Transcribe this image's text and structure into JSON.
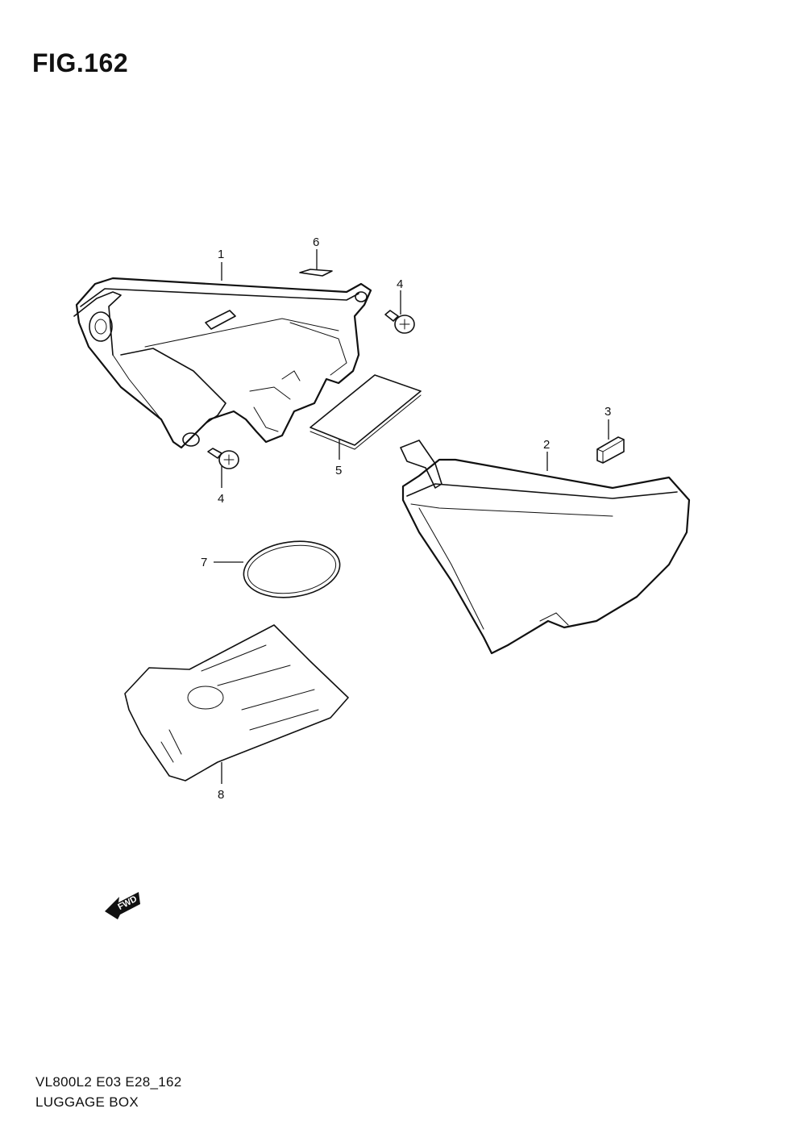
{
  "figure": {
    "title": "FIG.162"
  },
  "callouts": {
    "c1": "1",
    "c2": "2",
    "c3": "3",
    "c4a": "4",
    "c4b": "4",
    "c5": "5",
    "c6": "6",
    "c7": "7",
    "c8": "8"
  },
  "fwd_arrow": {
    "label": "FWD",
    "icon": "forward-arrow-icon"
  },
  "footer": {
    "model_code": "VL800L2 E03 E28_162",
    "section_name": "LUGGAGE BOX"
  }
}
